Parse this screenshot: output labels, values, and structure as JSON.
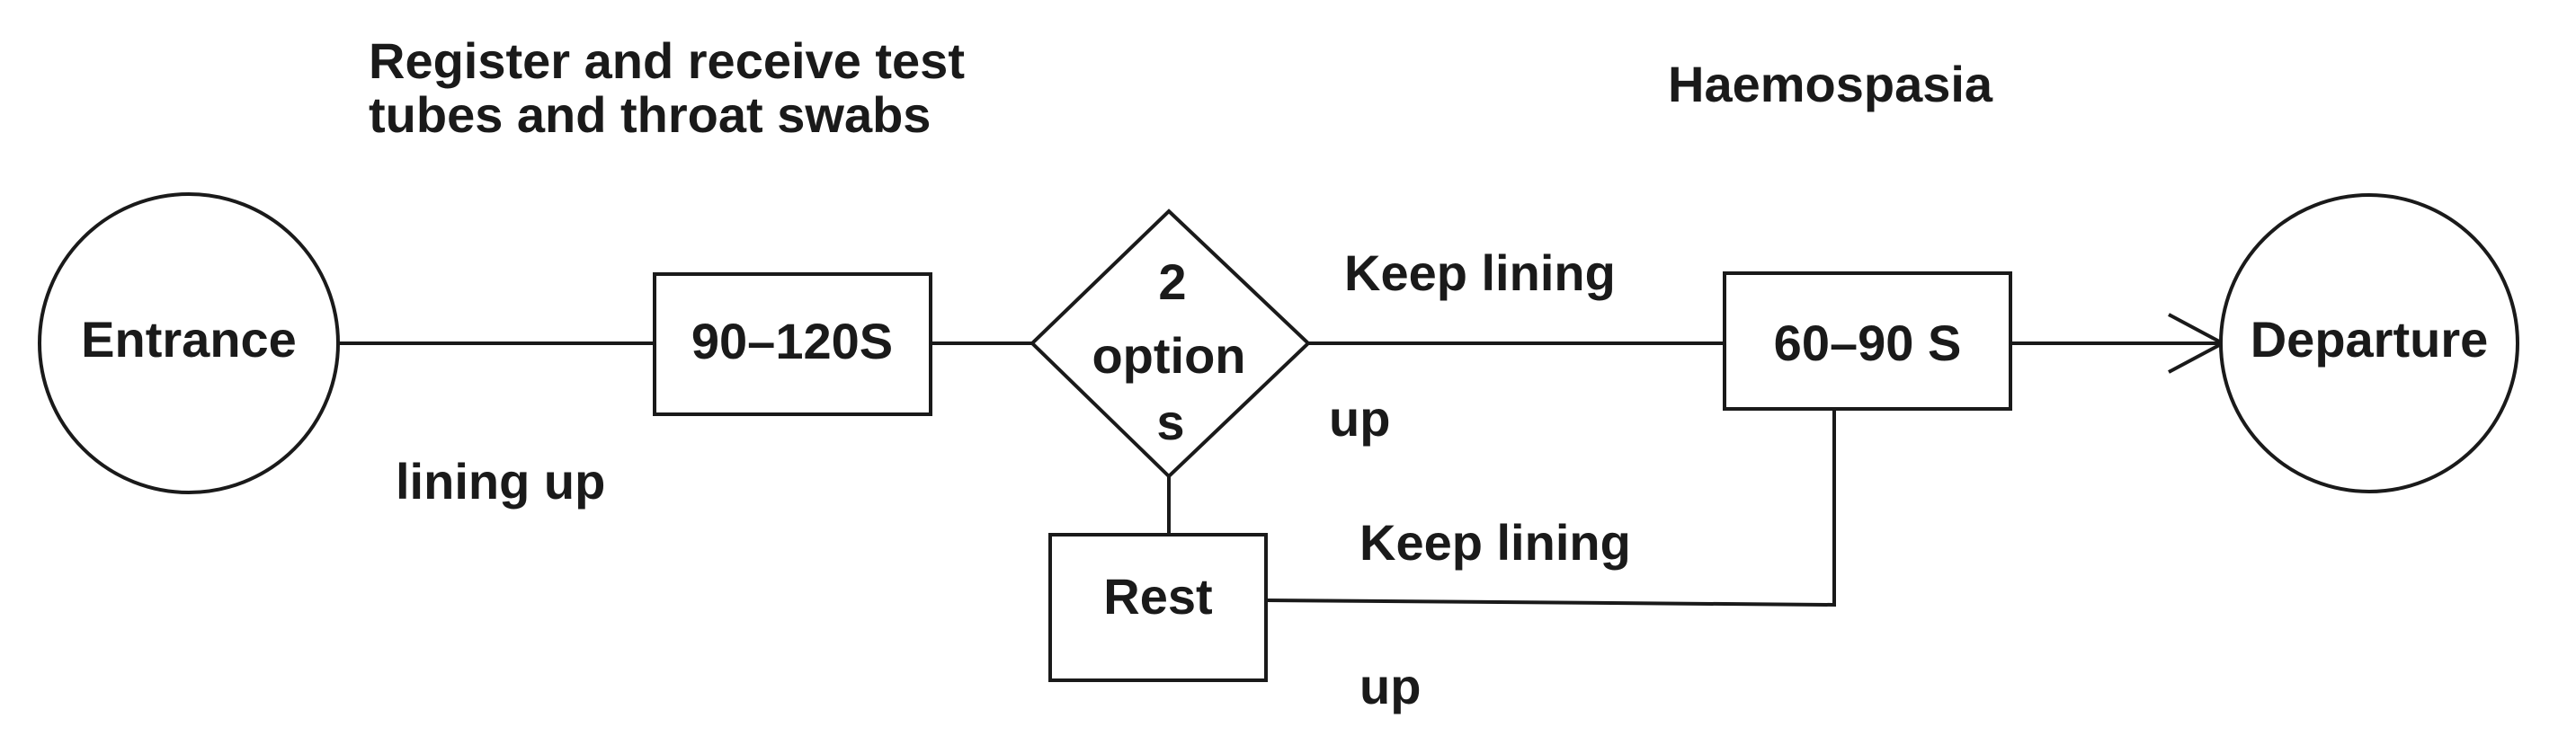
{
  "diagram": {
    "nodes": {
      "entrance": "Entrance",
      "register_time": "90–120S",
      "options_line1": "2",
      "options_line2": "option",
      "options_line3": "s",
      "haemo_time": "60–90 S",
      "departure": "Departure",
      "rest": "Rest"
    },
    "labels": {
      "register_line1": "Register and receive test",
      "register_line2": "tubes and throat swabs",
      "haemospasia": "Haemospasia",
      "lining_up": "lining up",
      "keep_lining_top_1": "Keep lining",
      "keep_lining_top_2": "up",
      "keep_lining_bottom_1": "Keep lining",
      "keep_lining_bottom_2": "up"
    }
  }
}
